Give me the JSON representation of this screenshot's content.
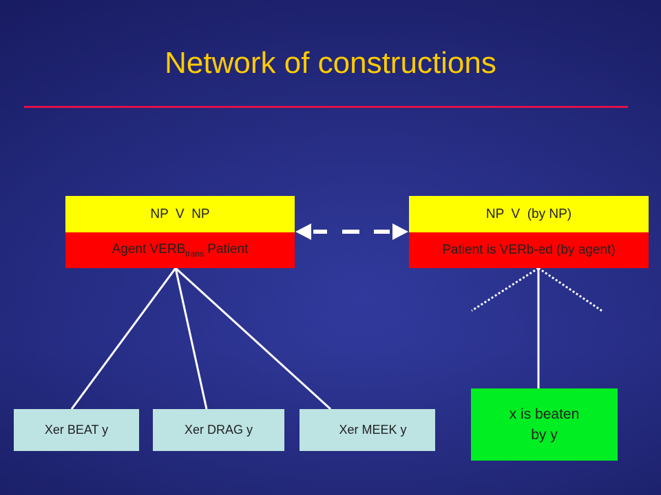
{
  "title": "Network of constructions",
  "left_construction": {
    "form": "NP  V  NP",
    "meaning_pre": "Agent VERB",
    "meaning_sub": "trans",
    "meaning_post": " Patient"
  },
  "right_construction": {
    "form": "NP  V  (by NP)",
    "meaning": "Patient is VERb-ed (by agent)"
  },
  "instances": [
    {
      "label": "Xer BEAT y"
    },
    {
      "label": "Xer DRAG y"
    },
    {
      "label": "Xer MEEK y"
    }
  ],
  "passive_instance": {
    "line1": "x is beaten",
    "line2": "by y"
  },
  "colors": {
    "title": "#ffcc00",
    "rule": "#e0104a",
    "form_box": "#ffff00",
    "meaning_box": "#ff0000",
    "instance_box": "#bde3e3",
    "passive_box": "#00ee22",
    "lines": "#ffffff"
  }
}
